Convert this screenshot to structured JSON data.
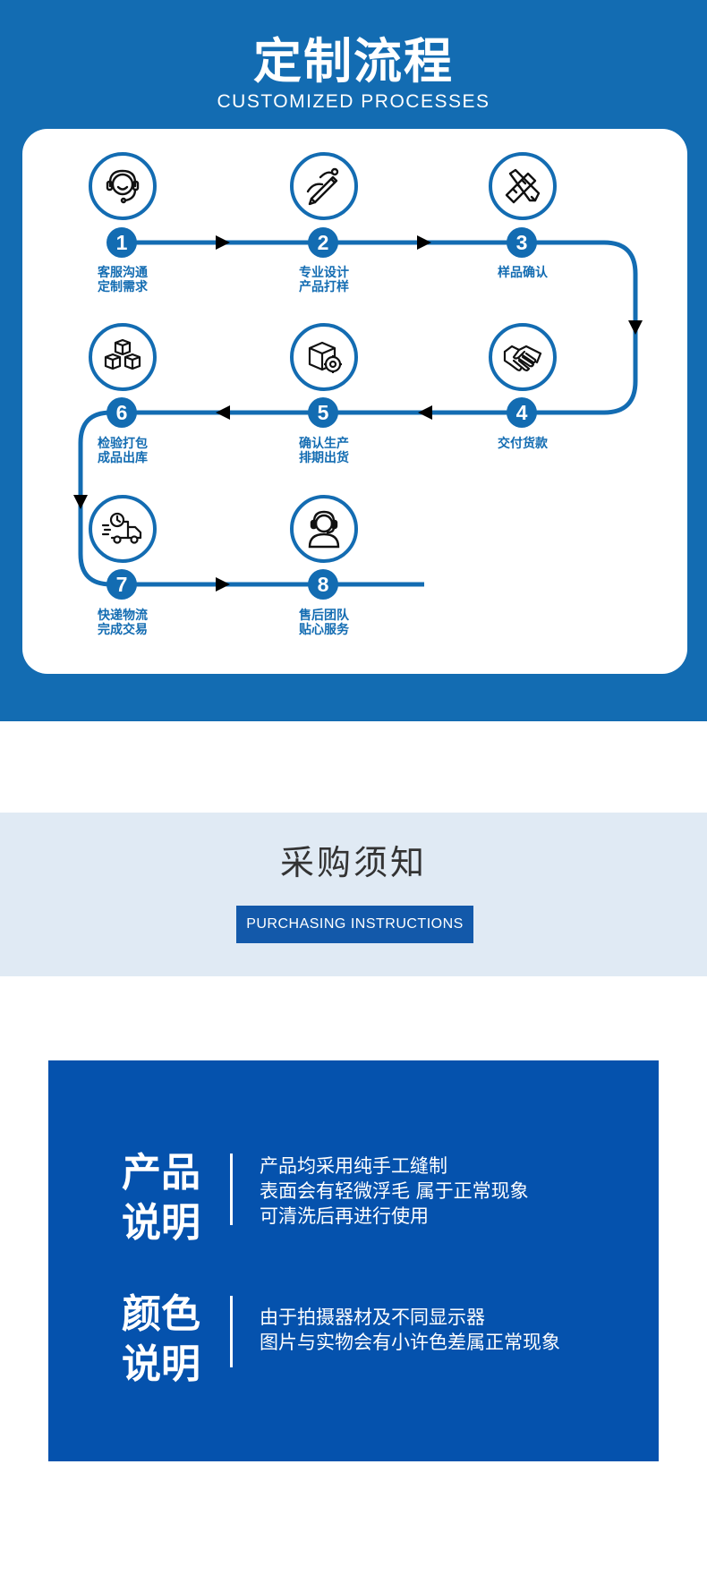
{
  "process": {
    "title": "定制流程",
    "subtitle": "CUSTOMIZED PROCESSES",
    "steps": [
      {
        "number": "1",
        "line1": "客服沟通",
        "line2": "定制需求",
        "icon": "customer-service-icon"
      },
      {
        "number": "2",
        "line1": "专业设计",
        "line2": "产品打样",
        "icon": "design-pen-icon"
      },
      {
        "number": "3",
        "line1": "样品确认",
        "line2": "",
        "icon": "ruler-pencil-icon"
      },
      {
        "number": "4",
        "line1": "交付货款",
        "line2": "",
        "icon": "handshake-icon"
      },
      {
        "number": "5",
        "line1": "确认生产",
        "line2": "排期出货",
        "icon": "production-box-gear-icon"
      },
      {
        "number": "6",
        "line1": "检验打包",
        "line2": "成品出库",
        "icon": "stacked-boxes-icon"
      },
      {
        "number": "7",
        "line1": "快递物流",
        "line2": "完成交易",
        "icon": "delivery-truck-icon"
      },
      {
        "number": "8",
        "line1": "售后团队",
        "line2": "贴心服务",
        "icon": "headset-agent-icon"
      }
    ]
  },
  "purchase": {
    "title": "采购须知",
    "subtitle": "PURCHASING INSTRUCTIONS"
  },
  "notices": [
    {
      "heading1": "产品",
      "heading2": "说明",
      "lines": [
        "产品均采用纯手工缝制",
        "表面会有轻微浮毛 属于正常现象",
        "可清洗后再进行使用"
      ]
    },
    {
      "heading1": "颜色",
      "heading2": "说明",
      "lines": [
        "由于拍摄器材及不同显示器",
        "图片与实物会有小许色差属正常现象"
      ]
    }
  ],
  "colors": {
    "primary": "#136cb2",
    "card": "#ffffff",
    "band": "#e0eaf4",
    "notice": "#0552ad"
  }
}
